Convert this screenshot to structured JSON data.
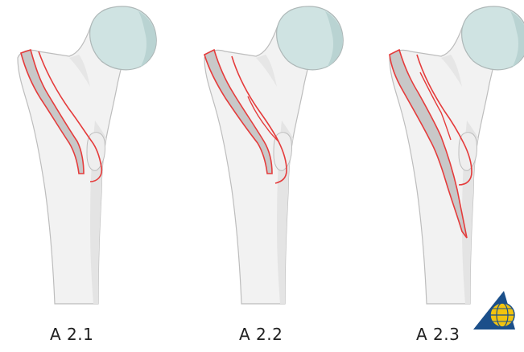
{
  "figure": {
    "panels": [
      {
        "label": "A 2.1"
      },
      {
        "label": "A 2.2"
      },
      {
        "label": "A 2.3"
      }
    ],
    "colors": {
      "bone_fill": "#f2f2f2",
      "bone_shade": "#dedede",
      "bone_outline": "#bdbdbd",
      "femoral_head": "#cfe3e2",
      "femoral_head_shade": "#b9d3d2",
      "fracture_line": "#e53c3c",
      "fracture_gap": "#c8c8c8",
      "logo_triangle": "#1b4f8a",
      "logo_globe": "#f2c40f"
    },
    "logo_icon": "ao-foundation-globe-logo"
  }
}
